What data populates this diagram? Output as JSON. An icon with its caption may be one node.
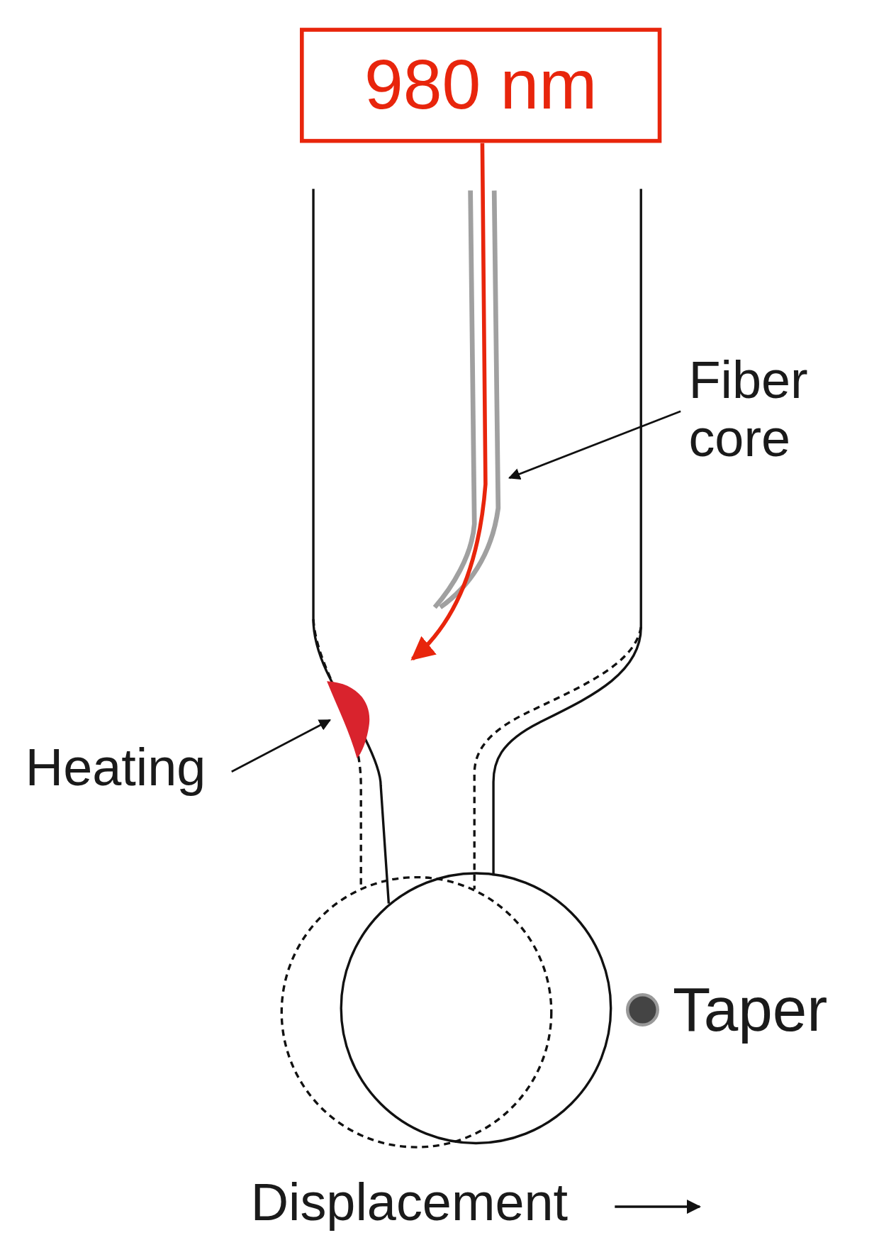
{
  "diagram": {
    "nodes": [
      {
        "text": [
          "980 nm"
        ]
      },
      {
        "text": [
          "Fiber core"
        ]
      },
      {
        "text": [
          "Heating"
        ]
      },
      {
        "text": [],
        "shape": "drop"
      }
    ],
    "edges": [
      {
        "from": 0,
        "to": null,
        "arrow": "to",
        "style": "thick",
        "color": "#e8250c"
      },
      {
        "from": 1,
        "to": null,
        "arrow": "to"
      },
      {
        "from": 2,
        "to": 3,
        "arrow": "to"
      }
    ],
    "labels": [
      "Taper",
      "Displacement"
    ]
  }
}
